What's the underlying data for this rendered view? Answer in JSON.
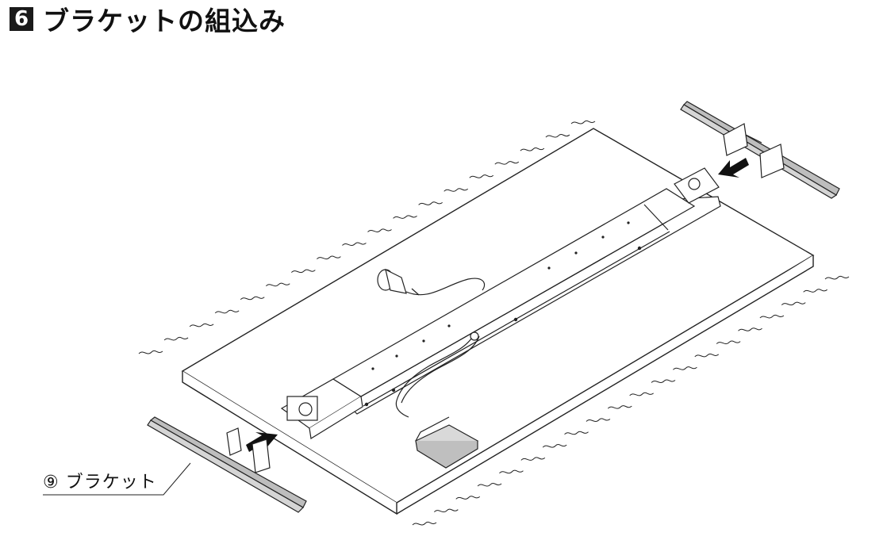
{
  "heading": {
    "step_number": "6",
    "title": "ブラケットの組込み"
  },
  "callouts": [
    {
      "label": "⑨ ブラケット"
    }
  ]
}
